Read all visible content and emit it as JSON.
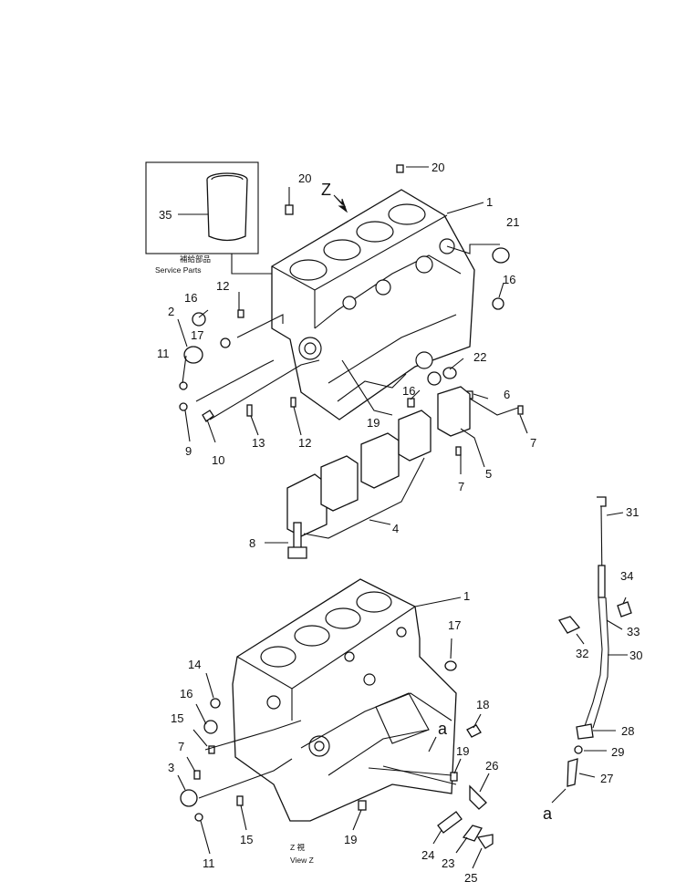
{
  "service_parts": {
    "label_jp": "補給部品",
    "label_en": "Service Parts"
  },
  "view": {
    "marker": "Z",
    "caption_jp": "Z 視",
    "caption_en": "View Z",
    "arrow_mark": "a"
  },
  "labels": [
    {
      "id": "lbl-35",
      "text": "35"
    },
    {
      "id": "lbl-20a",
      "text": "20"
    },
    {
      "id": "lbl-20b",
      "text": "20"
    },
    {
      "id": "lbl-1a",
      "text": "1"
    },
    {
      "id": "lbl-21",
      "text": "21"
    },
    {
      "id": "lbl-16a",
      "text": "16"
    },
    {
      "id": "lbl-12a",
      "text": "12"
    },
    {
      "id": "lbl-16b",
      "text": "16"
    },
    {
      "id": "lbl-2",
      "text": "2"
    },
    {
      "id": "lbl-17a",
      "text": "17"
    },
    {
      "id": "lbl-11a",
      "text": "11"
    },
    {
      "id": "lbl-22",
      "text": "22"
    },
    {
      "id": "lbl-16c",
      "text": "16"
    },
    {
      "id": "lbl-6",
      "text": "6"
    },
    {
      "id": "lbl-19a",
      "text": "19"
    },
    {
      "id": "lbl-9",
      "text": "9"
    },
    {
      "id": "lbl-10",
      "text": "10"
    },
    {
      "id": "lbl-13",
      "text": "13"
    },
    {
      "id": "lbl-12b",
      "text": "12"
    },
    {
      "id": "lbl-7a",
      "text": "7"
    },
    {
      "id": "lbl-5",
      "text": "5"
    },
    {
      "id": "lbl-7b",
      "text": "7"
    },
    {
      "id": "lbl-4",
      "text": "4"
    },
    {
      "id": "lbl-8",
      "text": "8"
    },
    {
      "id": "lbl-31",
      "text": "31"
    },
    {
      "id": "lbl-34",
      "text": "34"
    },
    {
      "id": "lbl-1b",
      "text": "1"
    },
    {
      "id": "lbl-33",
      "text": "33"
    },
    {
      "id": "lbl-17b",
      "text": "17"
    },
    {
      "id": "lbl-32",
      "text": "32"
    },
    {
      "id": "lbl-30",
      "text": "30"
    },
    {
      "id": "lbl-14",
      "text": "14"
    },
    {
      "id": "lbl-16d",
      "text": "16"
    },
    {
      "id": "lbl-18",
      "text": "18"
    },
    {
      "id": "lbl-15a",
      "text": "15"
    },
    {
      "id": "lbl-28",
      "text": "28"
    },
    {
      "id": "lbl-29",
      "text": "29"
    },
    {
      "id": "lbl-7c",
      "text": "7"
    },
    {
      "id": "lbl-19b",
      "text": "19"
    },
    {
      "id": "lbl-26",
      "text": "26"
    },
    {
      "id": "lbl-3",
      "text": "3"
    },
    {
      "id": "lbl-27",
      "text": "27"
    },
    {
      "id": "lbl-15b",
      "text": "15"
    },
    {
      "id": "lbl-19c",
      "text": "19"
    },
    {
      "id": "lbl-11b",
      "text": "11"
    },
    {
      "id": "lbl-24",
      "text": "24"
    },
    {
      "id": "lbl-23",
      "text": "23"
    },
    {
      "id": "lbl-25",
      "text": "25"
    }
  ]
}
